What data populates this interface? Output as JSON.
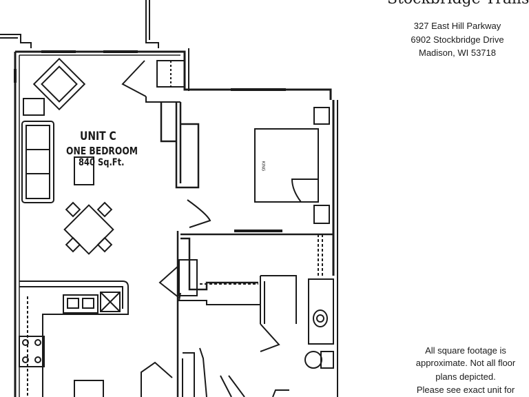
{
  "property": {
    "title": "Stockbridge Trails",
    "address_lines": [
      "327 East Hill Parkway",
      "6902 Stockbridge Drive",
      "Madison, WI 53718"
    ]
  },
  "unit": {
    "name": "UNIT C",
    "type": "ONE BEDROOM",
    "area": "840 Sq.Ft."
  },
  "bed_label": "KING",
  "disclaimer_lines": [
    "All square footage is",
    "approximate. Not all floor",
    "plans depicted.",
    "Please see exact unit for"
  ],
  "colors": {
    "line": "#1a1a1a",
    "background": "#ffffff"
  }
}
